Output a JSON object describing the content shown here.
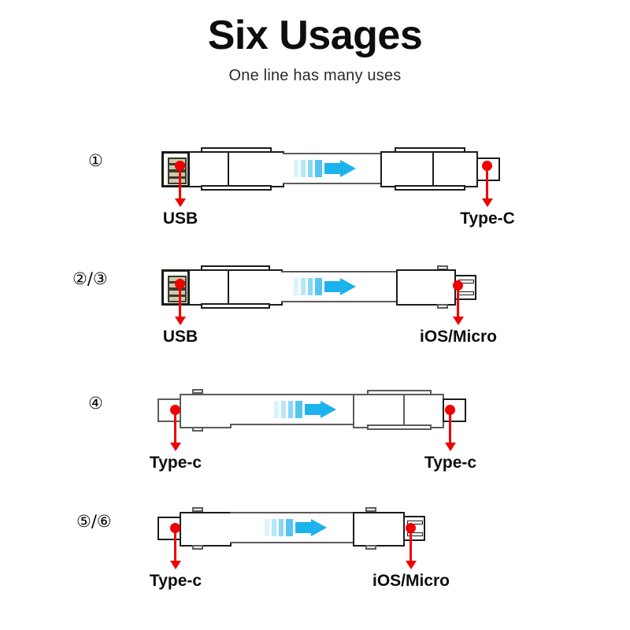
{
  "header": {
    "title": "Six Usages",
    "subtitle": "One line has many uses"
  },
  "colors": {
    "arrow_blue": "#1cb3ec",
    "callout_red": "#f00000",
    "outline_dark": "#1c1c1c",
    "outline_gray": "#5b5b5b",
    "usb_contact_gold": "#cfc8a8",
    "background": "#ffffff"
  },
  "rows": [
    {
      "index_label": "①",
      "left": {
        "connector_type": "usb-a",
        "caption": "USB"
      },
      "right": {
        "connector_type": "type-c",
        "caption": "Type-C"
      }
    },
    {
      "index_label": "②/③",
      "left": {
        "connector_type": "usb-a",
        "caption": "USB"
      },
      "right": {
        "connector_type": "micro",
        "caption": "iOS/Micro"
      }
    },
    {
      "index_label": "④",
      "left": {
        "connector_type": "type-c",
        "caption": "Type-c"
      },
      "right": {
        "connector_type": "type-c",
        "caption": "Type-c"
      }
    },
    {
      "index_label": "⑤/⑥",
      "left": {
        "connector_type": "type-c",
        "caption": "Type-c"
      },
      "right": {
        "connector_type": "micro",
        "caption": "iOS/Micro"
      }
    }
  ]
}
